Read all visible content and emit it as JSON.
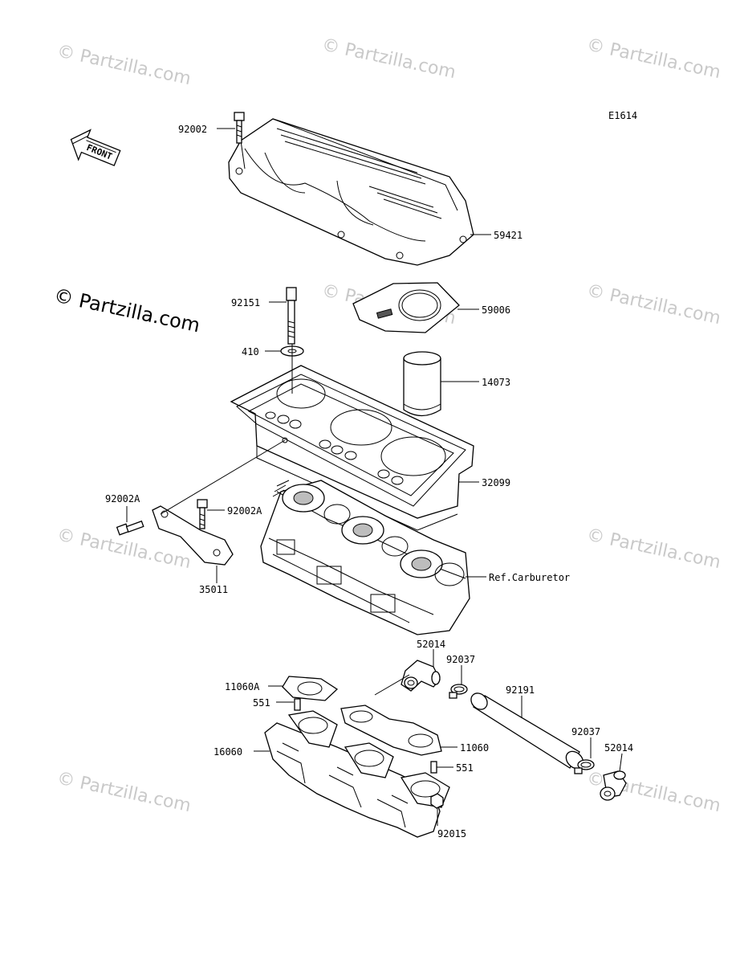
{
  "diagram_code": "E1614",
  "front_label": "FRONT",
  "copyright": "© Partzilla.com",
  "watermark": "© Partzilla.com",
  "parts": {
    "p92002": "92002",
    "p59421": "59421",
    "p92151": "92151",
    "p59006": "59006",
    "p410": "410",
    "p14073": "14073",
    "p32099": "32099",
    "p92002A_left": "92002A",
    "p92002A_right": "92002A",
    "p35011": "35011",
    "ref_carb": "Ref.Carburetor",
    "p52014_top": "52014",
    "p92037_top": "92037",
    "p11060A": "11060A",
    "p92191": "92191",
    "p551_top": "551",
    "p92037_bot": "92037",
    "p52014_bot": "52014",
    "p16060": "16060",
    "p11060": "11060",
    "p551_bot": "551",
    "p92015": "92015"
  }
}
